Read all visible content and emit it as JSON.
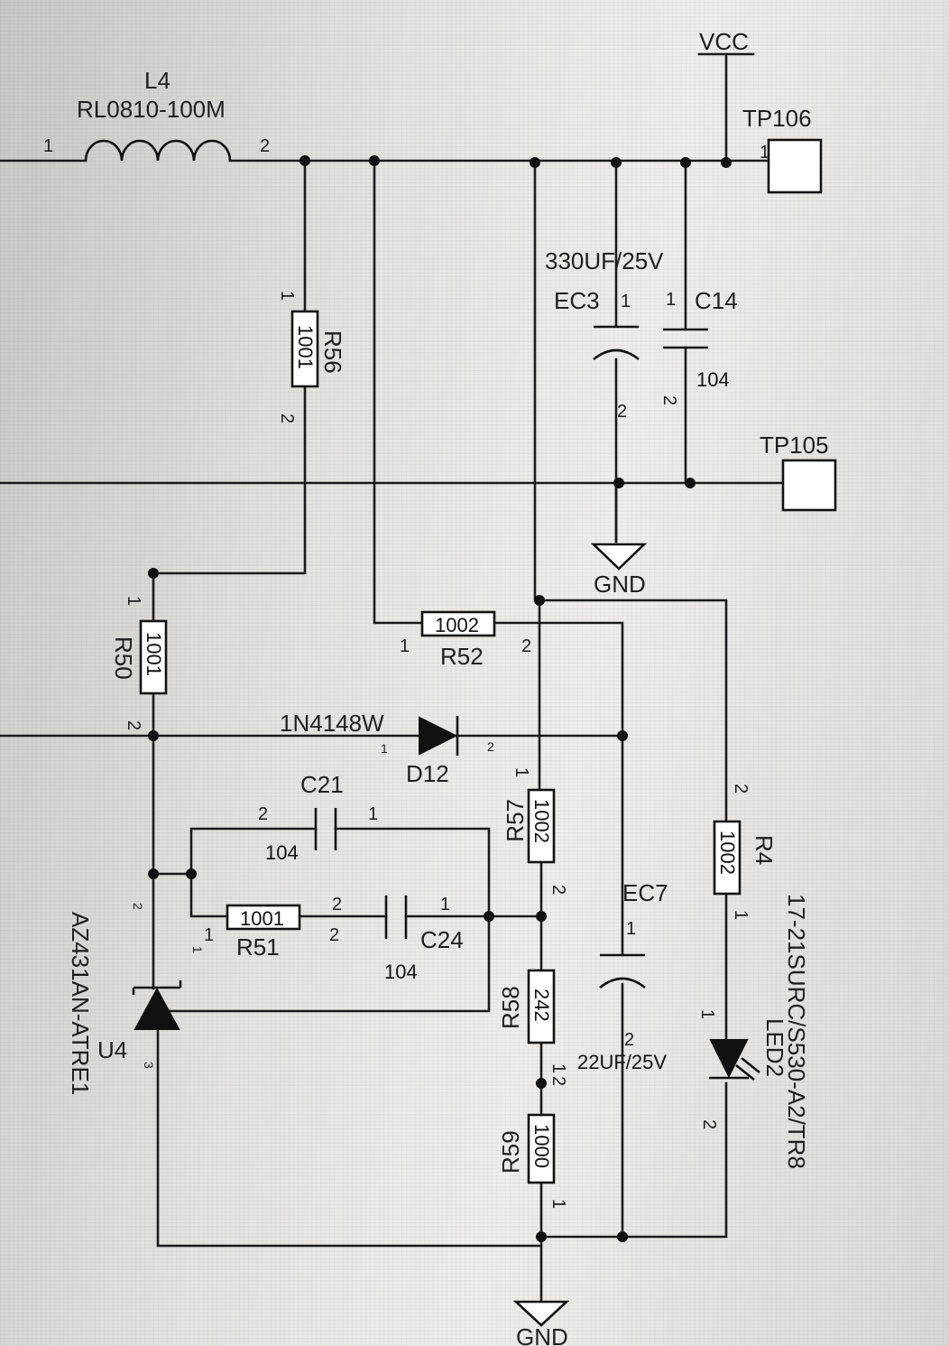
{
  "net_labels": {
    "vcc": "VCC",
    "gnd_top": "GND",
    "gnd_bottom": "GND"
  },
  "components": {
    "L4": {
      "ref": "L4",
      "value": "RL0810-100M",
      "pin1": "1",
      "pin2": "2"
    },
    "R56": {
      "ref": "R56",
      "value": "1001",
      "pin1": "1",
      "pin2": "2"
    },
    "TP106": {
      "ref": "TP106",
      "pin": "1"
    },
    "TP105": {
      "ref": "TP105"
    },
    "EC3": {
      "ref": "EC3",
      "value": "330UF/25V",
      "pin1": "1",
      "pin2": "2"
    },
    "C14": {
      "ref": "C14",
      "value": "104",
      "pin1": "1",
      "pin2": "2"
    },
    "R50": {
      "ref": "R50",
      "value": "1001",
      "pin1": "1",
      "pin2": "2"
    },
    "R52": {
      "ref": "R52",
      "value": "1002",
      "pin1": "1",
      "pin2": "2"
    },
    "D12": {
      "ref": "D12",
      "value": "1N4148W",
      "pin1": "1",
      "pin2": "2"
    },
    "C21": {
      "ref": "C21",
      "value": "104",
      "pin1": "1",
      "pin2": "2"
    },
    "R57": {
      "ref": "R57",
      "value": "1002",
      "pin1": "1",
      "pin2": "2"
    },
    "R51": {
      "ref": "R51",
      "value": "1001",
      "pin1": "1",
      "pin2": "2"
    },
    "C24": {
      "ref": "C24",
      "value": "104",
      "pin1": "1",
      "pin2": "2"
    },
    "EC7": {
      "ref": "EC7",
      "value": "22UF/25V",
      "pin1": "1",
      "pin2": "2"
    },
    "R4": {
      "ref": "R4",
      "value": "1002",
      "pin1": "1",
      "pin2": "2"
    },
    "R58": {
      "ref": "R58",
      "value": "242",
      "pin1": "1",
      "pin2": "2"
    },
    "R59": {
      "ref": "R59",
      "value": "1000",
      "pin1": "1",
      "pin2": "2"
    },
    "U4": {
      "ref": "U4",
      "value": "AZ431AN-ATRE1",
      "pin1": "1",
      "pin2": "2",
      "pin3": "3"
    },
    "LED2": {
      "ref": "LED2",
      "value": "17-21SURC/S530-A2/TR8",
      "pin1": "1",
      "pin2": "2"
    }
  }
}
